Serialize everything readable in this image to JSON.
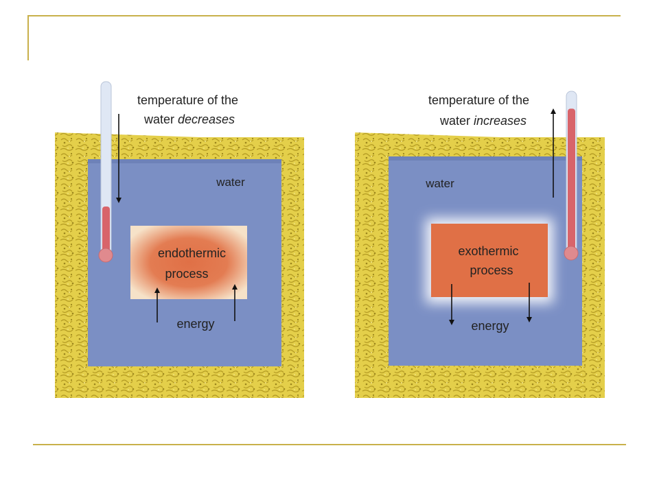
{
  "colors": {
    "slide_accent": "#c8b04a",
    "insulation": "#e4cf4a",
    "insulation_dark": "#b39a22",
    "water": "#7b8fc4",
    "process": "#e07046",
    "process_pale": "#f6e2c8",
    "thermometer_fill": "#d8646a",
    "thermometer_glass": "#dfe7f4"
  },
  "left_panel": {
    "caption_line1": "temperature of the",
    "caption_line2_plain": "water ",
    "caption_line2_emph": "decreases",
    "water_label": "water",
    "process_line1": "endothermic",
    "process_line2": "process",
    "energy_label": "energy",
    "arrow_direction": "up",
    "thermometer_level": 0.28
  },
  "right_panel": {
    "caption_line1": "temperature of the",
    "caption_line2_plain": "water ",
    "caption_line2_emph": "increases",
    "water_label": "water",
    "process_line1": "exothermic",
    "process_line2": "process",
    "energy_label": "energy",
    "arrow_direction": "down",
    "thermometer_level": 0.9
  }
}
